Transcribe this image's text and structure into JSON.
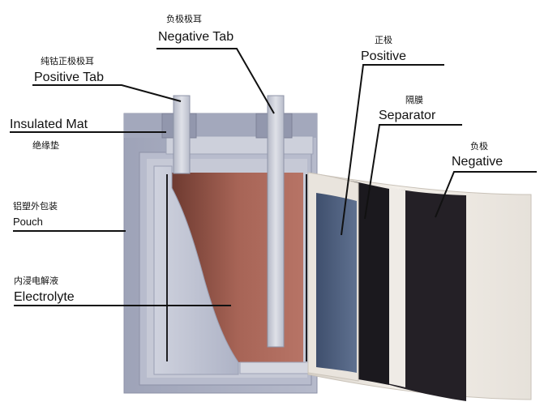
{
  "labels": {
    "negative_tab": {
      "zh": "负极极耳",
      "en": "Negative Tab"
    },
    "positive_tab": {
      "zh": "纯钴正极极耳",
      "en": "Positive Tab"
    },
    "insulated_mat": {
      "en": "Insulated Mat",
      "zh": "绝缘垫"
    },
    "pouch": {
      "zh": "铝塑外包装",
      "en": "Pouch"
    },
    "electrolyte": {
      "zh": "内浸电解液",
      "en": "Electrolyte"
    },
    "positive": {
      "zh": "正极",
      "en": "Positive"
    },
    "separator": {
      "zh": "隔膜",
      "en": "Separator"
    },
    "negative": {
      "zh": "负极",
      "en": "Negative"
    }
  },
  "colors": {
    "pouch_frame": "#a9aec2",
    "pouch_inner": "#c3c7d6",
    "electrolyte": "#9a5a4c",
    "tab_metal": "#c9ccd7",
    "positive_layer": "#4d5f7e",
    "separator_layer": "#1c1a1f",
    "negative_layer": "#262228",
    "sheet_light": "#ebe7e1"
  }
}
